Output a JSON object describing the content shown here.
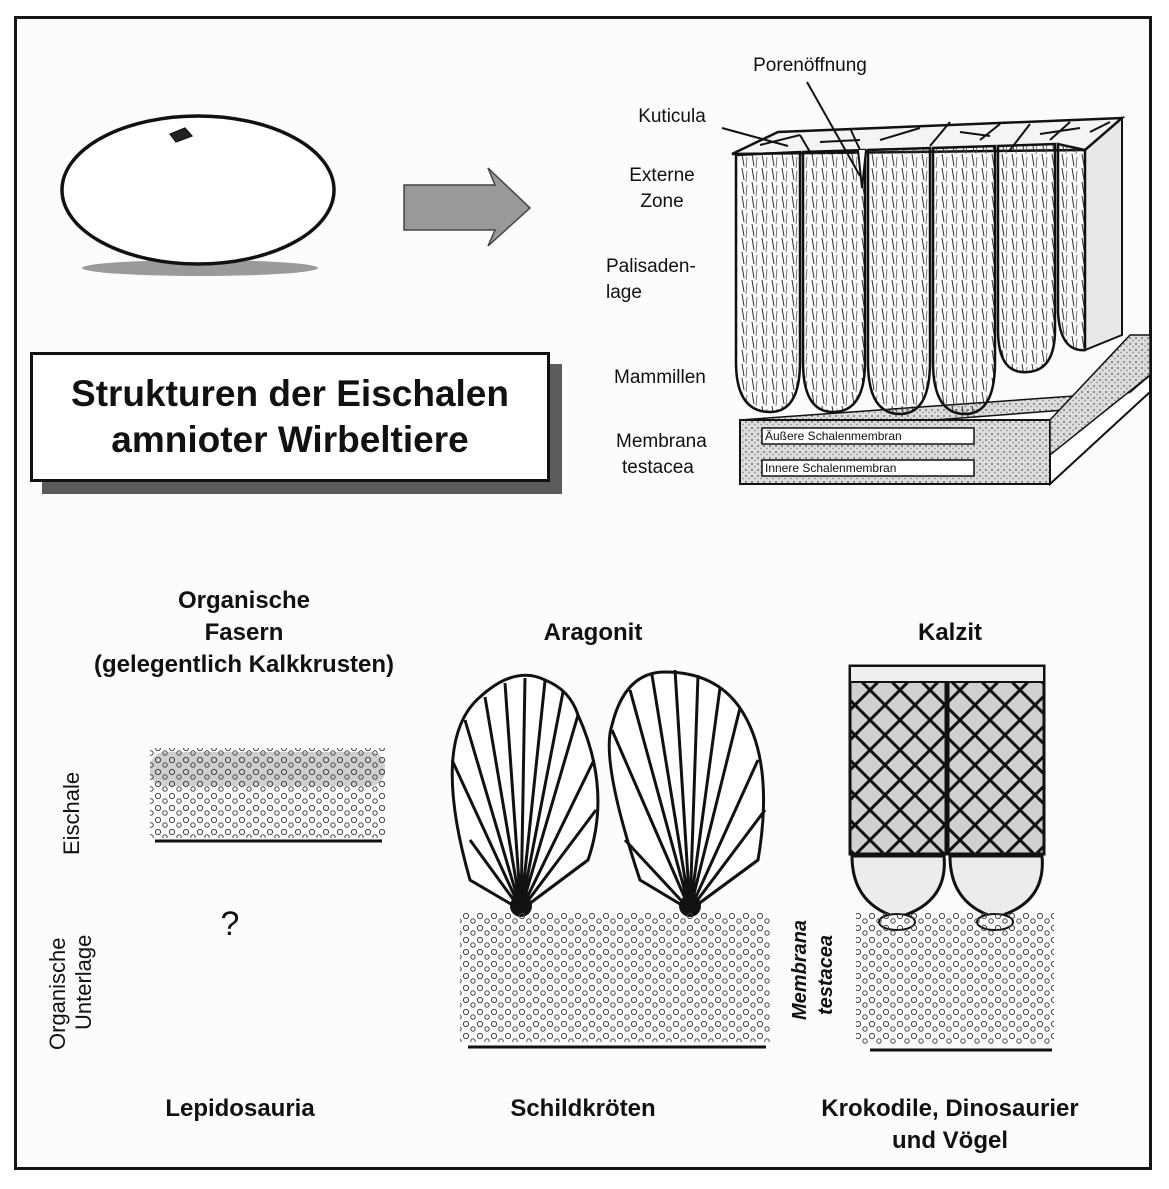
{
  "title": {
    "line1": "Strukturen der Eischalen",
    "line2": "amnioter Wirbeltiere"
  },
  "shell_labels": {
    "pore": "Porenöffnung",
    "cuticle": "Kuticula",
    "external_zone_1": "Externe",
    "external_zone_2": "Zone",
    "palisade_1": "Palisaden-",
    "palisade_2": "lage",
    "mammillae": "Mammillen",
    "membrane_1": "Membrana",
    "membrane_2": "testacea",
    "outer_membrane": "Äußere Schalenmembran",
    "inner_membrane": "Innere Schalenmembran"
  },
  "columns": [
    {
      "heading": [
        "Organische",
        "Fasern",
        "(gelegentlich Kalkkrusten)"
      ],
      "group": [
        "Lepidosauria"
      ],
      "unknown_mark": "?"
    },
    {
      "heading": [
        "Aragonit"
      ],
      "group": [
        "Schildkröten"
      ]
    },
    {
      "heading": [
        "Kalzit"
      ],
      "group": [
        "Krokodile, Dinosaurier",
        "und Vögel"
      ]
    }
  ],
  "side_labels": {
    "eggshell": "Eischale",
    "substrate_1": "Organische",
    "substrate_2": "Unterlage",
    "membrane_1": "Membrana",
    "membrane_2": "testacea"
  }
}
